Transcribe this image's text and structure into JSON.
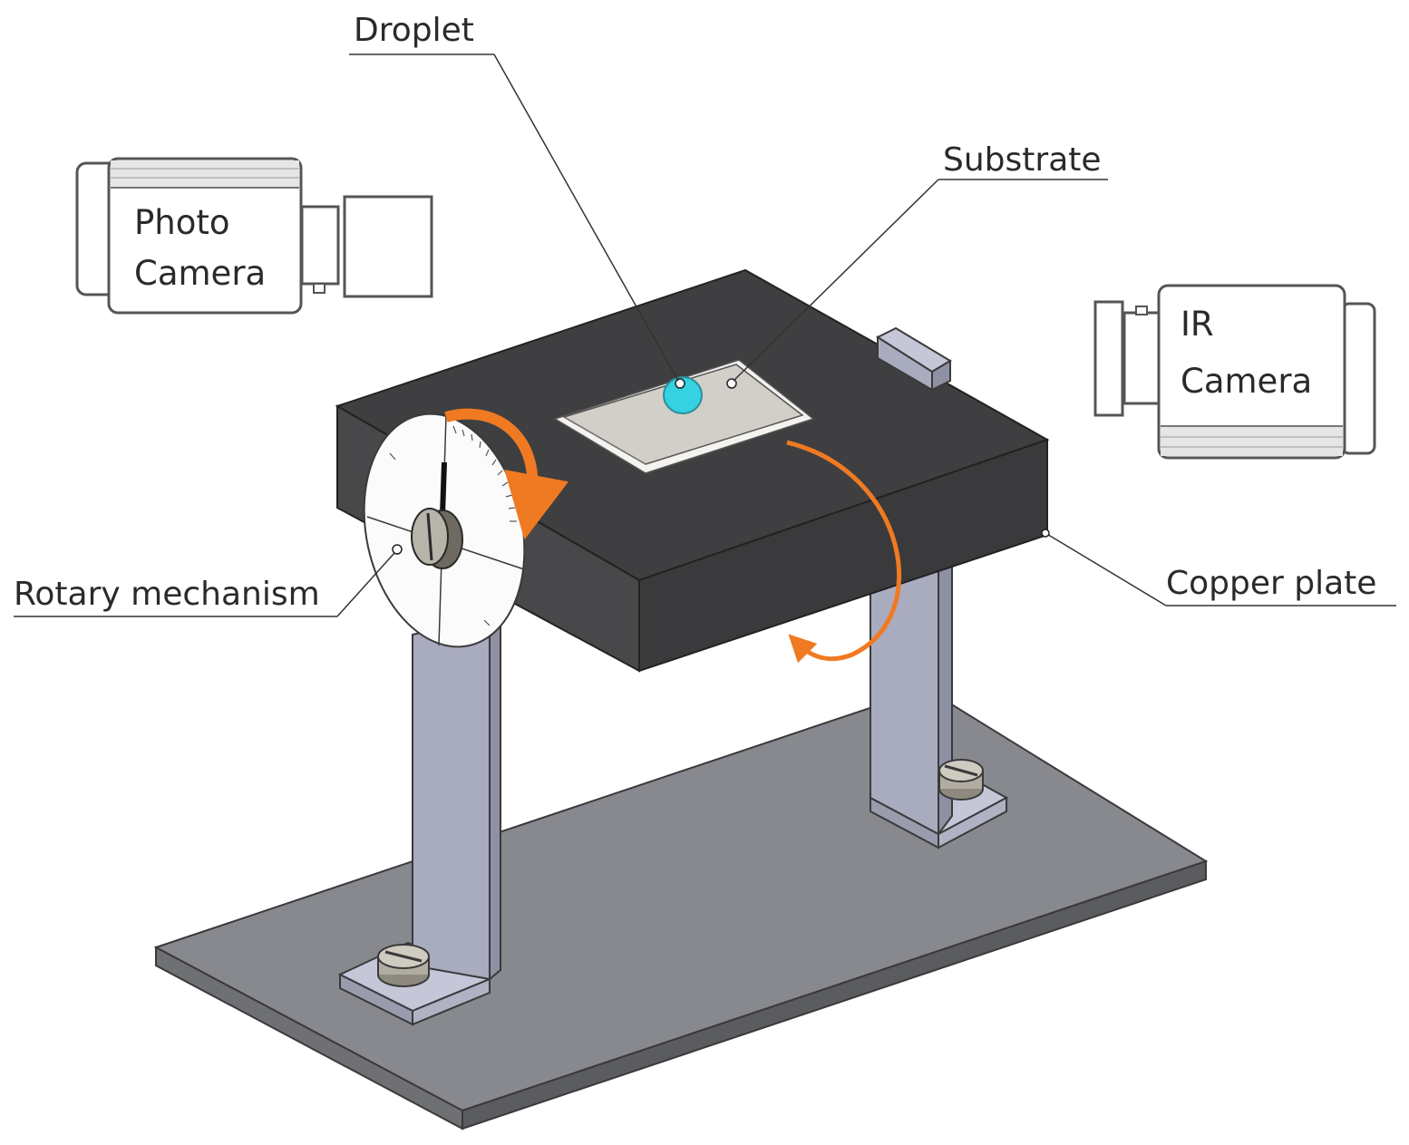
{
  "labels": {
    "droplet": "Droplet",
    "substrate": "Substrate",
    "copper_plate": "Copper plate",
    "rotary_mechanism": "Rotary mechanism"
  },
  "photo_camera": {
    "line1": "Photo",
    "line2": "Camera"
  },
  "ir_camera": {
    "line1": "IR",
    "line2": "Camera"
  },
  "colors": {
    "copper_plate": "#3f3f41",
    "base_plate": "#85878d",
    "supports": "#a8aabd",
    "droplet": "#35d2e2",
    "arrows": "#f07a22",
    "substrate": "#d2cfc9"
  }
}
